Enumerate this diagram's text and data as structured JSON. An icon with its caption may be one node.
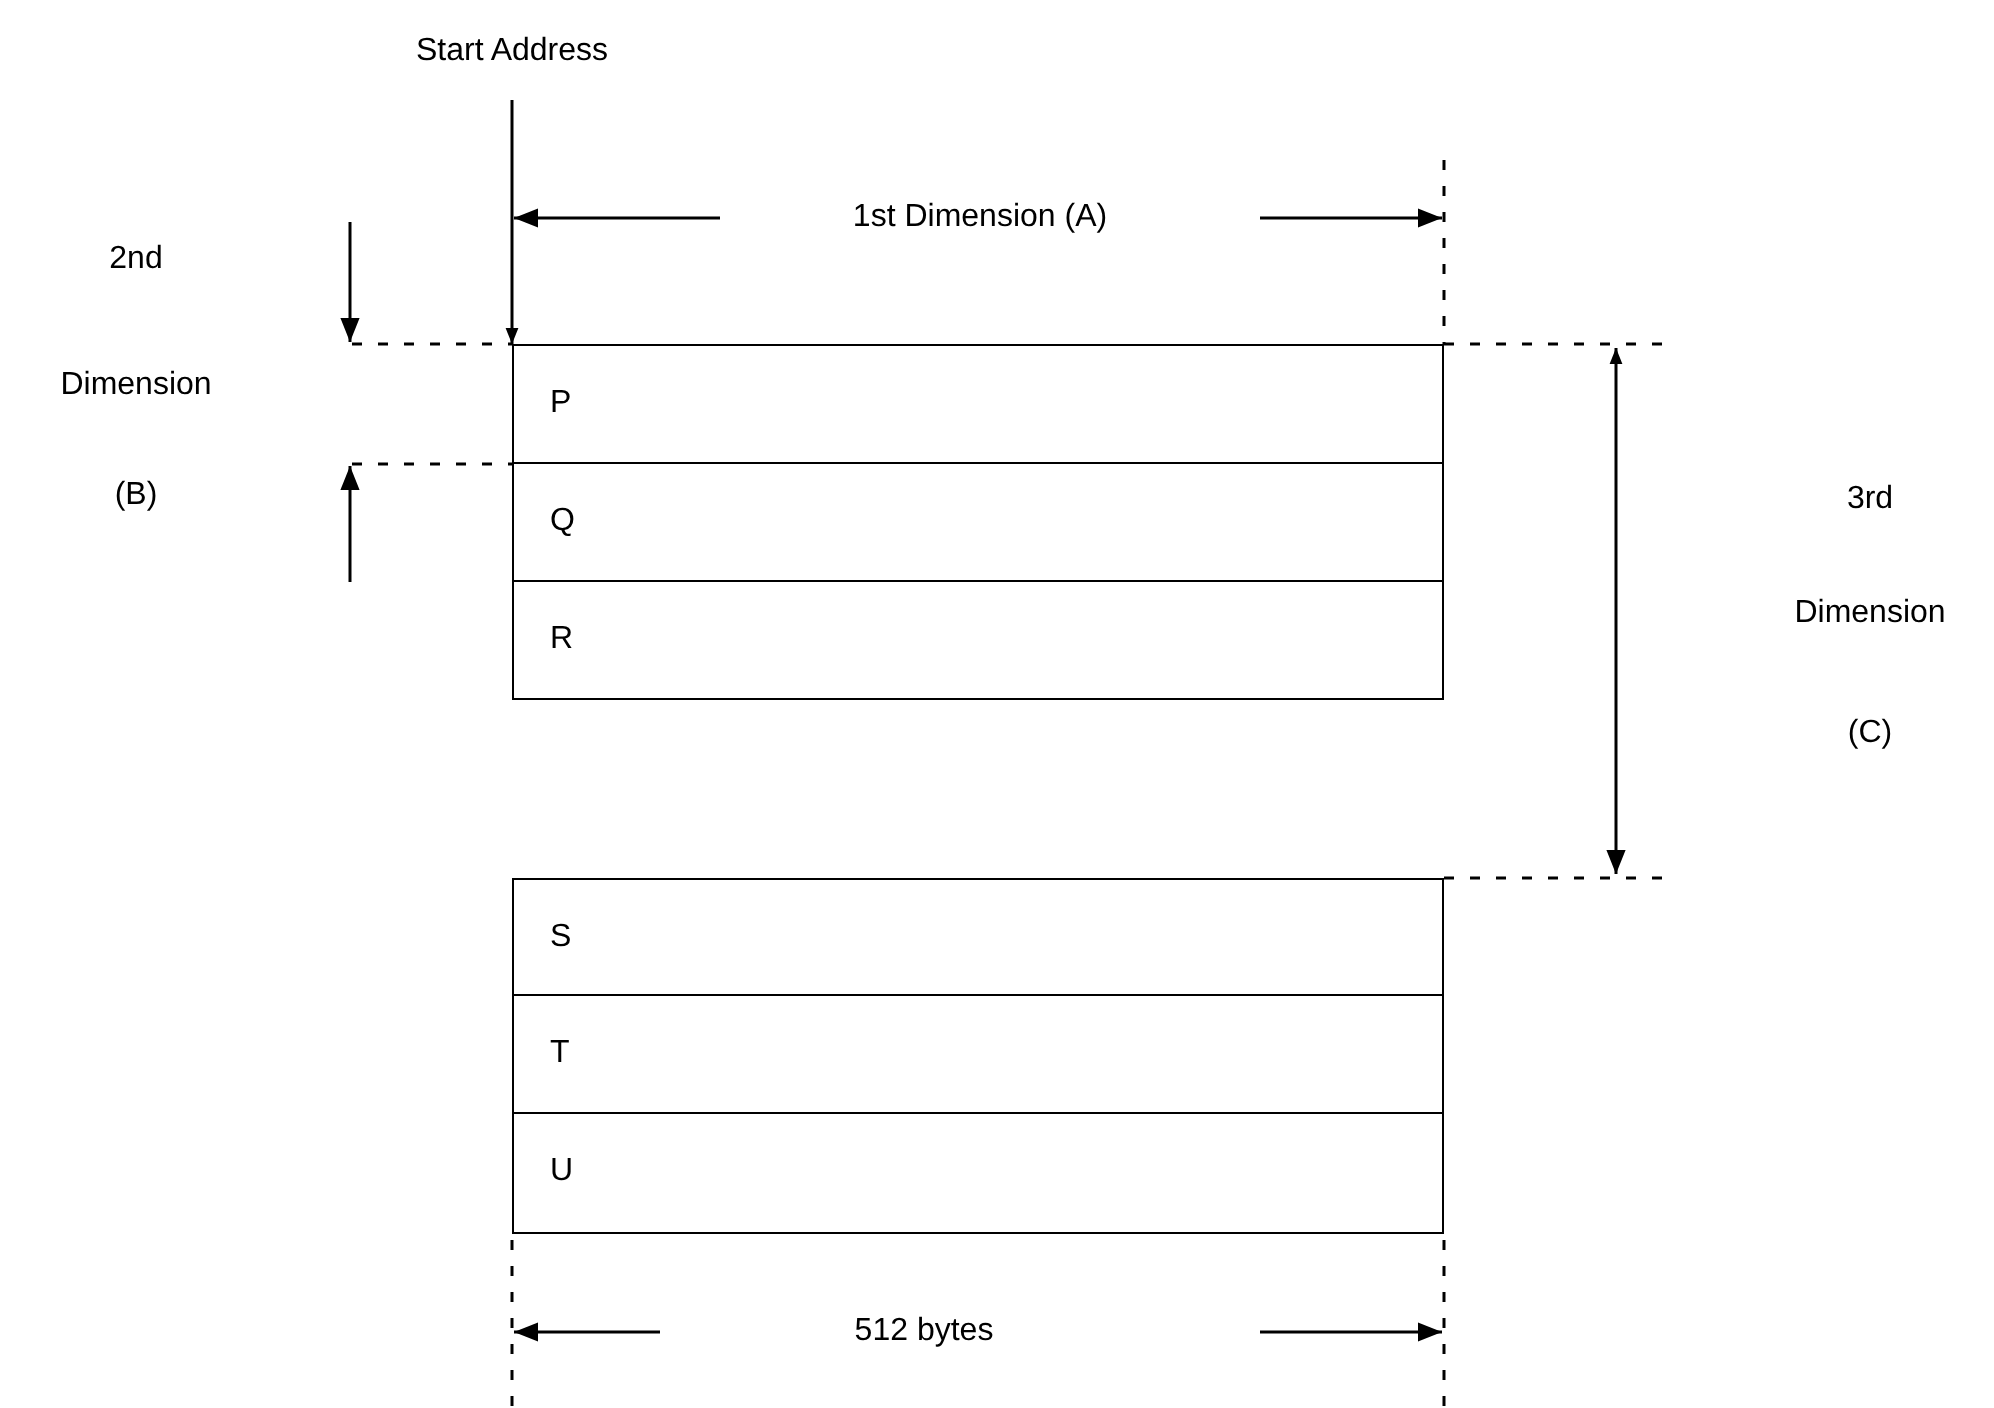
{
  "diagram": {
    "nodes": [
      {
        "text": [
          "Start Address"
        ]
      },
      {
        "text": [
          "P"
        ]
      },
      {
        "text": [
          "Q"
        ]
      },
      {
        "text": [
          "R"
        ]
      },
      {
        "text": [
          "S"
        ]
      },
      {
        "text": [
          "T"
        ]
      },
      {
        "text": [
          "U"
        ]
      }
    ],
    "edges": [
      {
        "from": 0,
        "to": 1,
        "arrow": "to"
      }
    ],
    "labels": [
      "1st Dimension (A)",
      "2nd",
      "Dimension",
      "(B)",
      "3rd",
      "Dimension",
      "(C)",
      "512 bytes"
    ]
  }
}
